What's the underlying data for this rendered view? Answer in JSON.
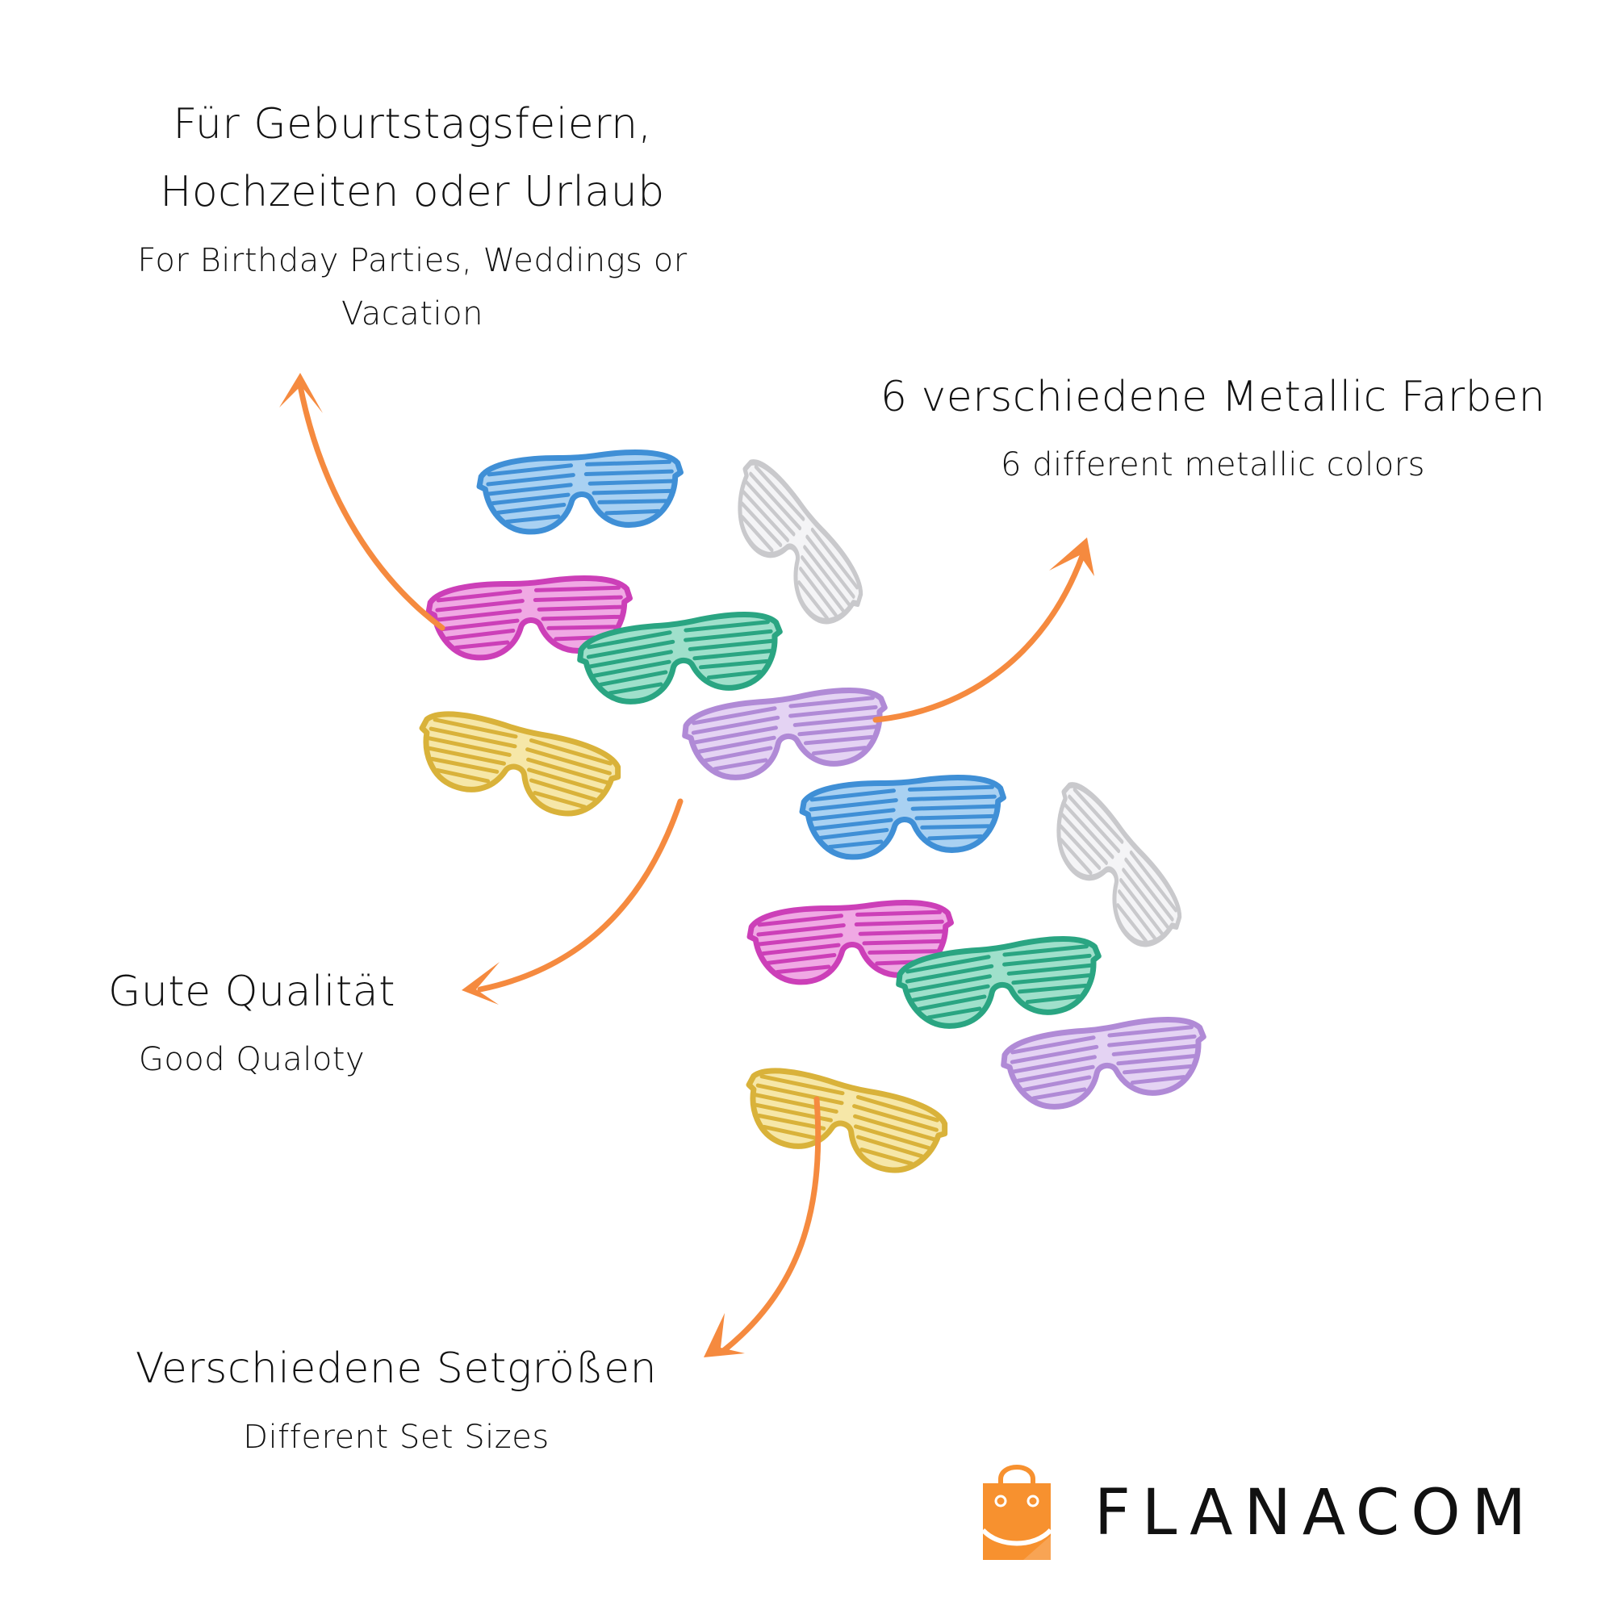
{
  "features": [
    {
      "title_lines": [
        "Für Geburtstagsfeiern,",
        "Hochzeiten oder Urlaub"
      ],
      "subtitle_lines": [
        "For Birthday Parties, Weddings or",
        "Vacation"
      ]
    },
    {
      "title_lines": [
        "6 verschiedene Metallic Farben"
      ],
      "subtitle_lines": [
        "6 different metallic colors"
      ]
    },
    {
      "title_lines": [
        "Gute Qualität"
      ],
      "subtitle_lines": [
        "Good Qualoty"
      ]
    },
    {
      "title_lines": [
        "Verschiedene Setgrößen"
      ],
      "subtitle_lines": [
        "Different Set Sizes"
      ]
    }
  ],
  "product": {
    "name": "shutter-shades-glasses",
    "sets": [
      {
        "items": [
          {
            "color_name": "blue",
            "color": "#3f8fd6",
            "light": "#a9d1f2",
            "shape": "flat"
          },
          {
            "color_name": "silver",
            "color": "#c9c9cc",
            "light": "#f4f4f6",
            "shape": "folded"
          },
          {
            "color_name": "pink",
            "color": "#cc3fb8",
            "light": "#f0a9e4",
            "shape": "flat"
          },
          {
            "color_name": "green",
            "color": "#2aa582",
            "light": "#9fe0cb",
            "shape": "flat"
          },
          {
            "color_name": "gold",
            "color": "#d9b23a",
            "light": "#f6e7a8",
            "shape": "flat"
          },
          {
            "color_name": "lilac",
            "color": "#b08ad6",
            "light": "#e4d3f3",
            "shape": "flat"
          }
        ]
      },
      {
        "items": [
          {
            "color_name": "blue",
            "color": "#3f8fd6",
            "light": "#a9d1f2",
            "shape": "flat"
          },
          {
            "color_name": "silver",
            "color": "#c9c9cc",
            "light": "#f4f4f6",
            "shape": "folded"
          },
          {
            "color_name": "pink",
            "color": "#cc3fb8",
            "light": "#f0a9e4",
            "shape": "flat"
          },
          {
            "color_name": "green",
            "color": "#2aa582",
            "light": "#9fe0cb",
            "shape": "flat"
          },
          {
            "color_name": "gold",
            "color": "#d9b23a",
            "light": "#f6e7a8",
            "shape": "flat"
          },
          {
            "color_name": "lilac",
            "color": "#b08ad6",
            "light": "#e4d3f3",
            "shape": "flat"
          }
        ]
      }
    ]
  },
  "colors": {
    "arrow": "#f58a3f",
    "text": "#111111",
    "brand_orange": "#f7912f"
  },
  "brand": {
    "name": "FLANACOM",
    "icon": "shopping-bag-icon"
  }
}
